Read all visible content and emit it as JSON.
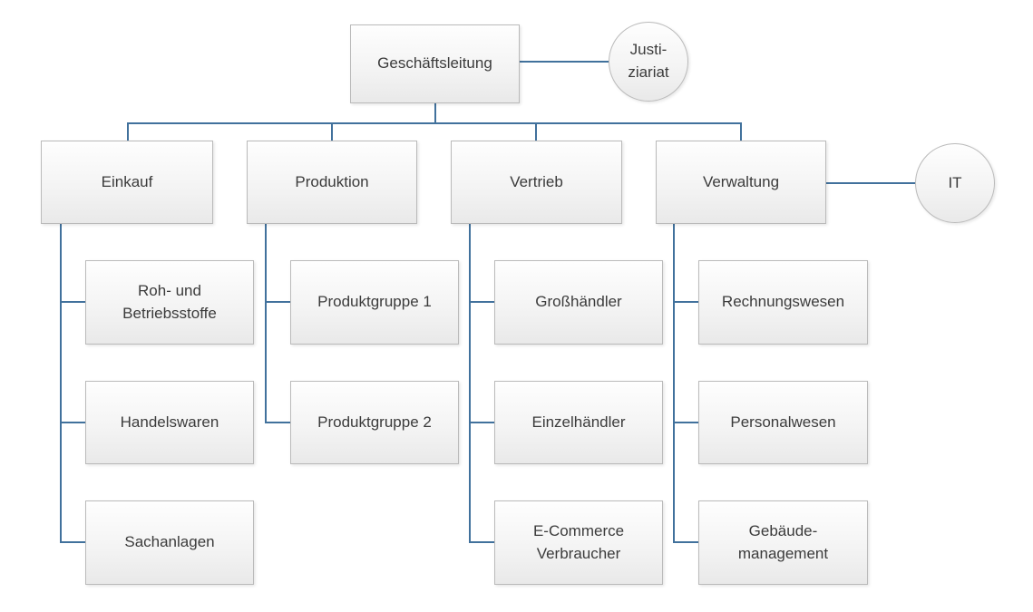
{
  "colors": {
    "connector": "#41719c",
    "box_border": "#bababa",
    "text": "#3b3b3b"
  },
  "nodes": {
    "root": {
      "label": "Geschäftsleitung"
    },
    "justiziariat": {
      "label": "Justi-\nziariat"
    },
    "it": {
      "label": "IT"
    },
    "departments": [
      {
        "label": "Einkauf"
      },
      {
        "label": "Produktion"
      },
      {
        "label": "Vertrieb"
      },
      {
        "label": "Verwaltung"
      }
    ],
    "einkauf_children": [
      {
        "label": "Roh- und\nBetriebsstoffe"
      },
      {
        "label": "Handelswaren"
      },
      {
        "label": "Sachanlagen"
      }
    ],
    "produktion_children": [
      {
        "label": "Produktgruppe 1"
      },
      {
        "label": "Produktgruppe 2"
      }
    ],
    "vertrieb_children": [
      {
        "label": "Großhändler"
      },
      {
        "label": "Einzelhändler"
      },
      {
        "label": "E-Commerce\nVerbraucher"
      }
    ],
    "verwaltung_children": [
      {
        "label": "Rechnungswesen"
      },
      {
        "label": "Personalwesen"
      },
      {
        "label": "Gebäude-\nmanagement"
      }
    ]
  }
}
